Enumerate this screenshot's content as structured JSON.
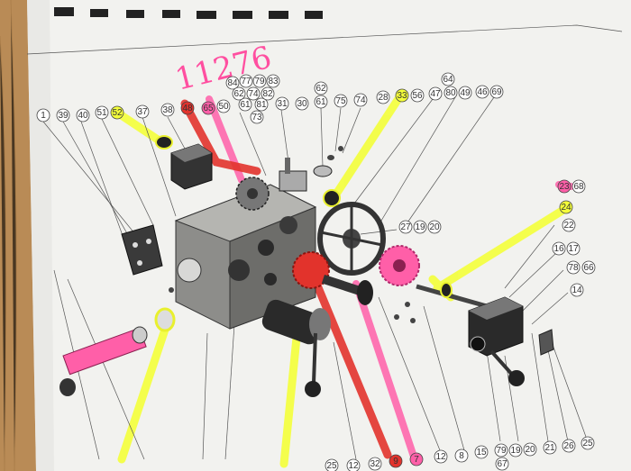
{
  "handwriting": "11276",
  "colors": {
    "yellow_highlight": "#f4ff3a",
    "pink_highlight": "#ff5fa8",
    "red_highlight": "#e2332c",
    "paper": "#f1f1ee",
    "wood": "#b78a55"
  },
  "callouts_top": [
    "1",
    "39",
    "40",
    "51",
    "52",
    "37",
    "38",
    "48",
    "65",
    "50",
    "61",
    "81",
    "73",
    "31",
    "30",
    "62",
    "61",
    "75",
    "74",
    "28",
    "33",
    "56",
    "47",
    "80",
    "49",
    "46",
    "69",
    "64",
    "84",
    "77",
    "79",
    "83",
    "62",
    "74",
    "82"
  ],
  "callouts_right": [
    "23",
    "68",
    "24",
    "22",
    "16",
    "17",
    "78",
    "66",
    "14",
    "27",
    "19",
    "20"
  ],
  "callouts_bottom": [
    "25",
    "12",
    "32",
    "9",
    "7",
    "12",
    "8",
    "15",
    "79",
    "19",
    "20",
    "21",
    "26",
    "25",
    "67"
  ]
}
